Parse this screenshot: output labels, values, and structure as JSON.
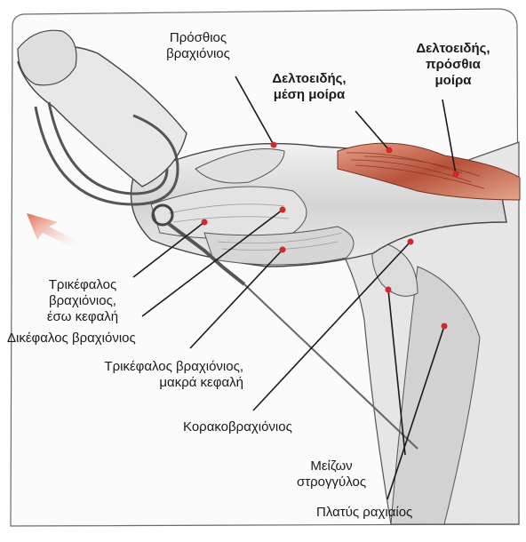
{
  "labels": {
    "anterior_brachialis": [
      "Πρόσθιος",
      "βραχιόνιος"
    ],
    "deltoid_middle": [
      "Δελτοειδής,",
      "μέση μοίρα"
    ],
    "deltoid_anterior": [
      "Δελτοειδής,",
      "πρόσθια",
      "μοίρα"
    ],
    "triceps_medial": [
      "Τρικέφαλος",
      "βραχιόνιος,",
      "έσω κεφαλή"
    ],
    "biceps": "Δικέφαλος βραχιόνιος",
    "triceps_long": [
      "Τρικέφαλος βραχιόνιος,",
      "μακρά κεφαλή"
    ],
    "coracobrachialis": "Κορακοβραχιόνιος",
    "teres_major": [
      "Μείζων",
      "στρογγύλος"
    ],
    "latissimus": "Πλατύς ραχιαίος"
  },
  "colors": {
    "line": "#1a1a1a",
    "dot": "#d7262b",
    "deltoid": "#c96a4a",
    "arrow": "#e06a4e",
    "skin": "#d9d9d9",
    "outline": "#3a3a3a"
  },
  "icons": {
    "arrow": "direction-arrow-icon"
  }
}
